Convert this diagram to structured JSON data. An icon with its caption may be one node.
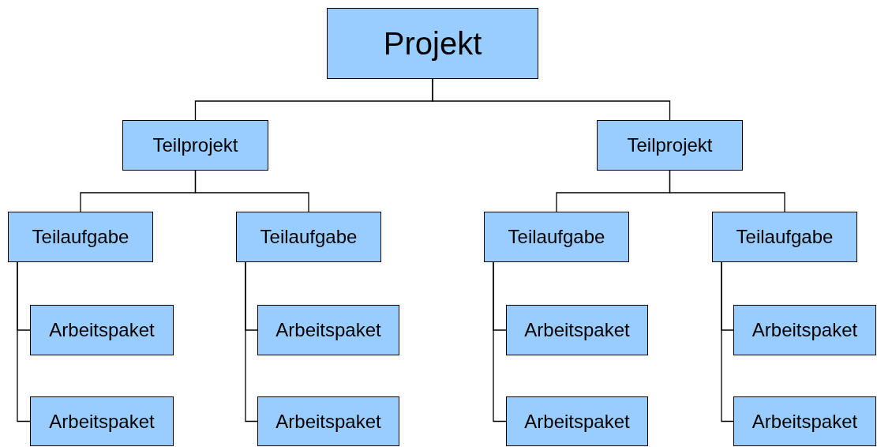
{
  "diagram": {
    "nodes": [
      {
        "text": [
          "Projekt"
        ]
      },
      {
        "text": [
          "Teilprojekt"
        ]
      },
      {
        "text": [
          "Teilprojekt"
        ]
      },
      {
        "text": [
          "Teilaufgabe"
        ]
      },
      {
        "text": [
          "Teilaufgabe"
        ]
      },
      {
        "text": [
          "Teilaufgabe"
        ]
      },
      {
        "text": [
          "Teilaufgabe"
        ]
      },
      {
        "text": [
          "Arbeitspaket"
        ]
      },
      {
        "text": [
          "Arbeitspaket"
        ]
      },
      {
        "text": [
          "Arbeitspaket"
        ]
      },
      {
        "text": [
          "Arbeitspaket"
        ]
      },
      {
        "text": [
          "Arbeitspaket"
        ]
      },
      {
        "text": [
          "Arbeitspaket"
        ]
      },
      {
        "text": [
          "Arbeitspaket"
        ]
      },
      {
        "text": [
          "Arbeitspaket"
        ]
      }
    ],
    "edges": [
      {
        "from": 0,
        "to": 1,
        "arrow": "none"
      },
      {
        "from": 0,
        "to": 2,
        "arrow": "none"
      },
      {
        "from": 1,
        "to": 3,
        "arrow": "none"
      },
      {
        "from": 1,
        "to": 4,
        "arrow": "none"
      },
      {
        "from": 2,
        "to": 5,
        "arrow": "none"
      },
      {
        "from": 2,
        "to": 6,
        "arrow": "none"
      },
      {
        "from": 3,
        "to": 7,
        "arrow": "none"
      },
      {
        "from": 3,
        "to": 11,
        "arrow": "none"
      },
      {
        "from": 4,
        "to": 8,
        "arrow": "none"
      },
      {
        "from": 4,
        "to": 12,
        "arrow": "none"
      },
      {
        "from": 5,
        "to": 9,
        "arrow": "none"
      },
      {
        "from": 5,
        "to": 13,
        "arrow": "none"
      },
      {
        "from": 6,
        "to": 10,
        "arrow": "none"
      },
      {
        "from": 6,
        "to": 14,
        "arrow": "none"
      }
    ]
  }
}
